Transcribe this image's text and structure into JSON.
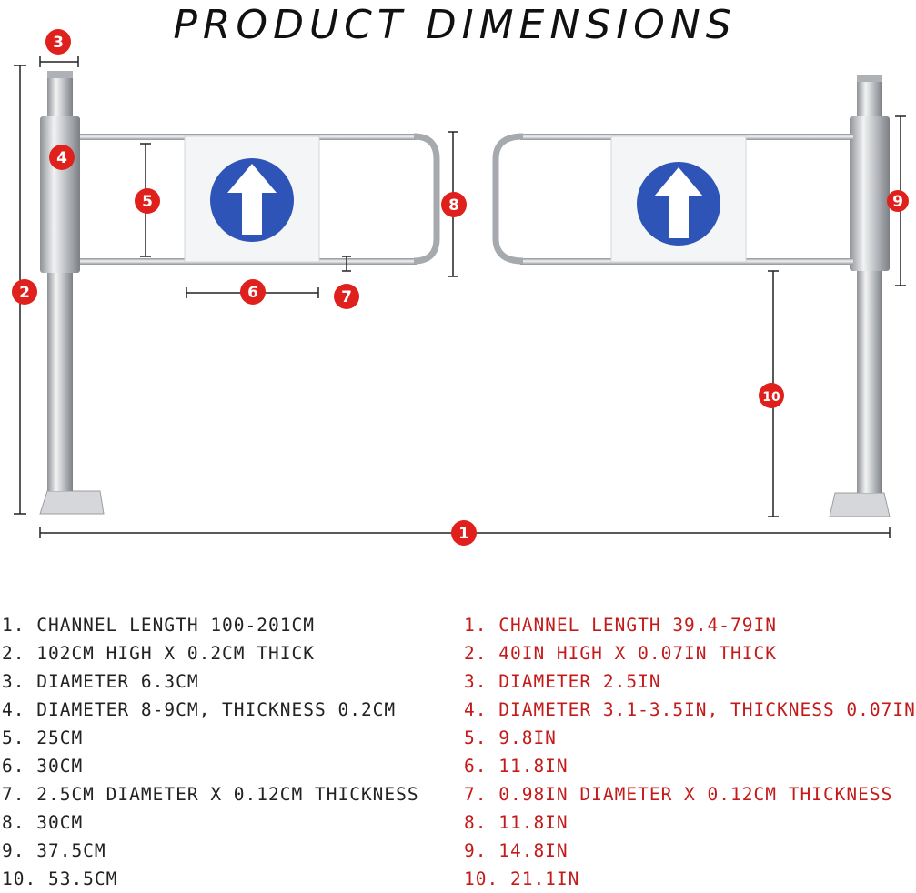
{
  "title": "PRODUCT DIMENSIONS",
  "badges": [
    "1",
    "2",
    "3",
    "4",
    "5",
    "6",
    "7",
    "8",
    "9",
    "10"
  ],
  "specs_metric": [
    "1. CHANNEL LENGTH 100-201CM",
    "2. 102CM HIGH X 0.2CM THICK",
    "3. DIAMETER 6.3CM",
    "4. DIAMETER 8-9CM, THICKNESS 0.2CM",
    "5. 25CM",
    "6. 30CM",
    "7. 2.5CM DIAMETER X 0.12CM THICKNESS",
    "8. 30CM",
    "9. 37.5CM",
    "10. 53.5CM"
  ],
  "specs_imperial": [
    "1. CHANNEL LENGTH 39.4-79IN",
    "2. 40IN HIGH X 0.07IN THICK",
    "3. DIAMETER 2.5IN",
    "4. DIAMETER 3.1-3.5IN, THICKNESS 0.07IN",
    "5. 9.8IN",
    "6. 11.8IN",
    "7. 0.98IN DIAMETER X 0.12CM THICKNESS",
    "8. 11.8IN",
    "9. 14.8IN",
    "10. 21.1IN"
  ],
  "colors": {
    "badge": "#e0201c",
    "sign": "#2f54b8",
    "metal": "#c9ccd0",
    "imperial_text": "#c41a1a"
  }
}
